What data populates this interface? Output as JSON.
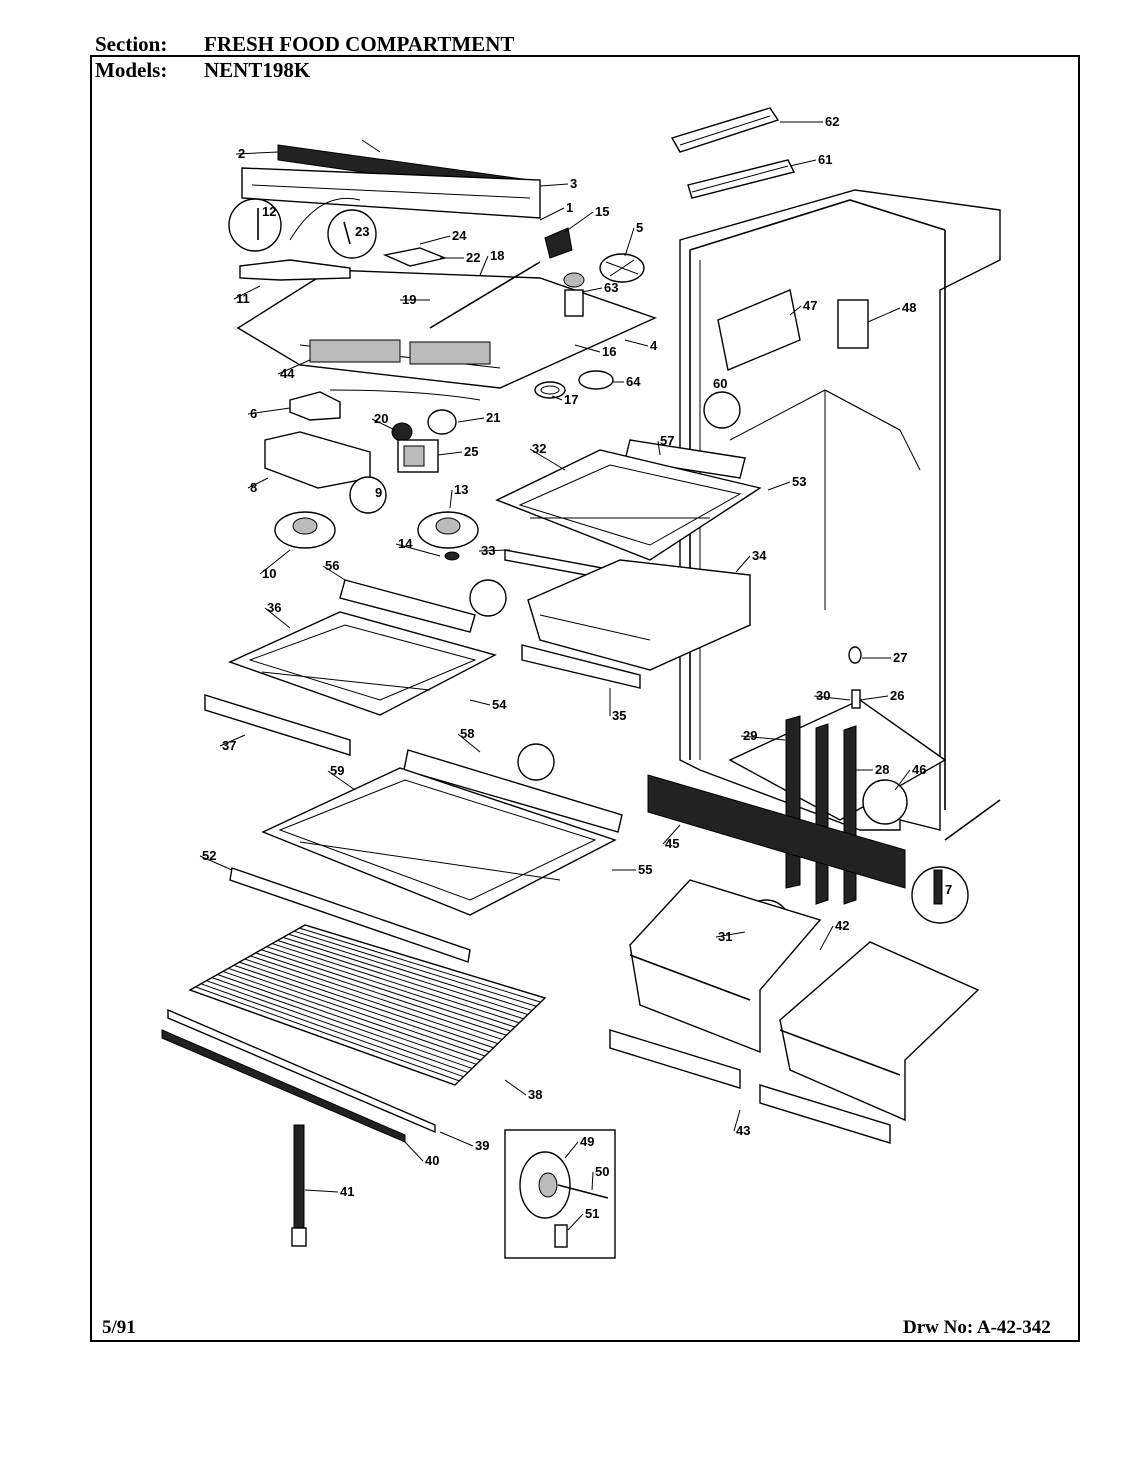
{
  "header": {
    "section_label": "Section:",
    "section_value": "FRESH FOOD COMPARTMENT",
    "models_label": "Models:",
    "models_value": "NENT198K"
  },
  "footer": {
    "date": "5/91",
    "drawing_number": "Drw No: A-42-342"
  },
  "callouts": [
    "2",
    "3",
    "1",
    "15",
    "5",
    "62",
    "61",
    "12",
    "23",
    "24",
    "22",
    "18",
    "19",
    "63",
    "11",
    "16",
    "4",
    "44",
    "64",
    "17",
    "6",
    "20",
    "21",
    "25",
    "8",
    "9",
    "13",
    "14",
    "10",
    "47",
    "48",
    "60",
    "57",
    "32",
    "53",
    "33",
    "34",
    "56",
    "36",
    "54",
    "37",
    "35",
    "27",
    "30",
    "26",
    "29",
    "28",
    "46",
    "45",
    "58",
    "59",
    "52",
    "55",
    "7",
    "31",
    "42",
    "38",
    "43",
    "39",
    "40",
    "41",
    "49",
    "50",
    "51"
  ]
}
